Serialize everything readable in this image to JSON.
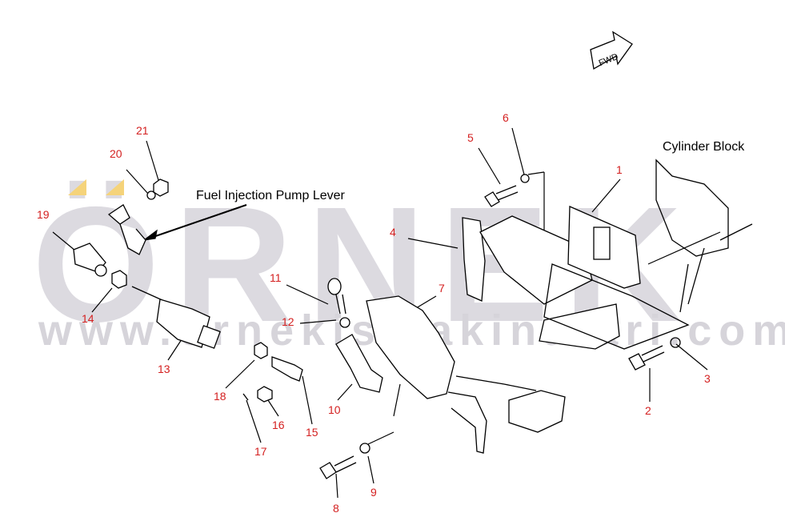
{
  "watermark": {
    "brand": "ÖRNEK",
    "url": "www.ornekismakinalari.com.tr"
  },
  "direction_badge": "FWD",
  "captions": {
    "pump_lever": "Fuel Injection Pump Lever",
    "cylinder_block": "Cylinder Block"
  },
  "part_numbers": [
    "1",
    "2",
    "3",
    "4",
    "5",
    "6",
    "7",
    "8",
    "9",
    "10",
    "11",
    "12",
    "13",
    "14",
    "15",
    "16",
    "17",
    "18",
    "19",
    "20",
    "21"
  ],
  "colors": {
    "label": "#d42020",
    "watermark": "#dcdae0",
    "accent": "#f5d37a"
  }
}
